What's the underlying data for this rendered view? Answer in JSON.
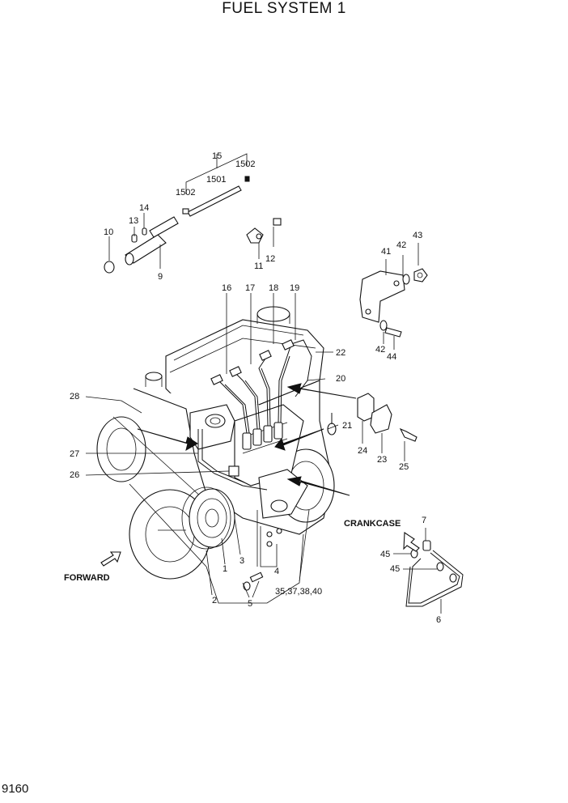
{
  "title": "FUEL SYSTEM 1",
  "page_number": "9160",
  "direction_labels": {
    "crankcase": "CRANKCASE",
    "forward": "FORWARD"
  },
  "callouts": {
    "c1": "1",
    "c2": "2",
    "c3": "3",
    "c4": "4",
    "c5": "5",
    "c6": "6",
    "c7": "7",
    "c9": "9",
    "c10": "10",
    "c11": "11",
    "c12": "12",
    "c13": "13",
    "c14": "14",
    "c15": "15",
    "c1501": "1501",
    "c1502a": "1502",
    "c1502b": "1502",
    "c16": "16",
    "c17": "17",
    "c18": "18",
    "c19": "19",
    "c20": "20",
    "c21": "21",
    "c22": "22",
    "c23": "23",
    "c24": "24",
    "c25": "25",
    "c26": "26",
    "c27": "27",
    "c28": "28",
    "c35": "35,37,38,40",
    "c41": "41",
    "c42a": "42",
    "c42b": "42",
    "c43": "43",
    "c44": "44",
    "c45a": "45",
    "c45b": "45"
  }
}
